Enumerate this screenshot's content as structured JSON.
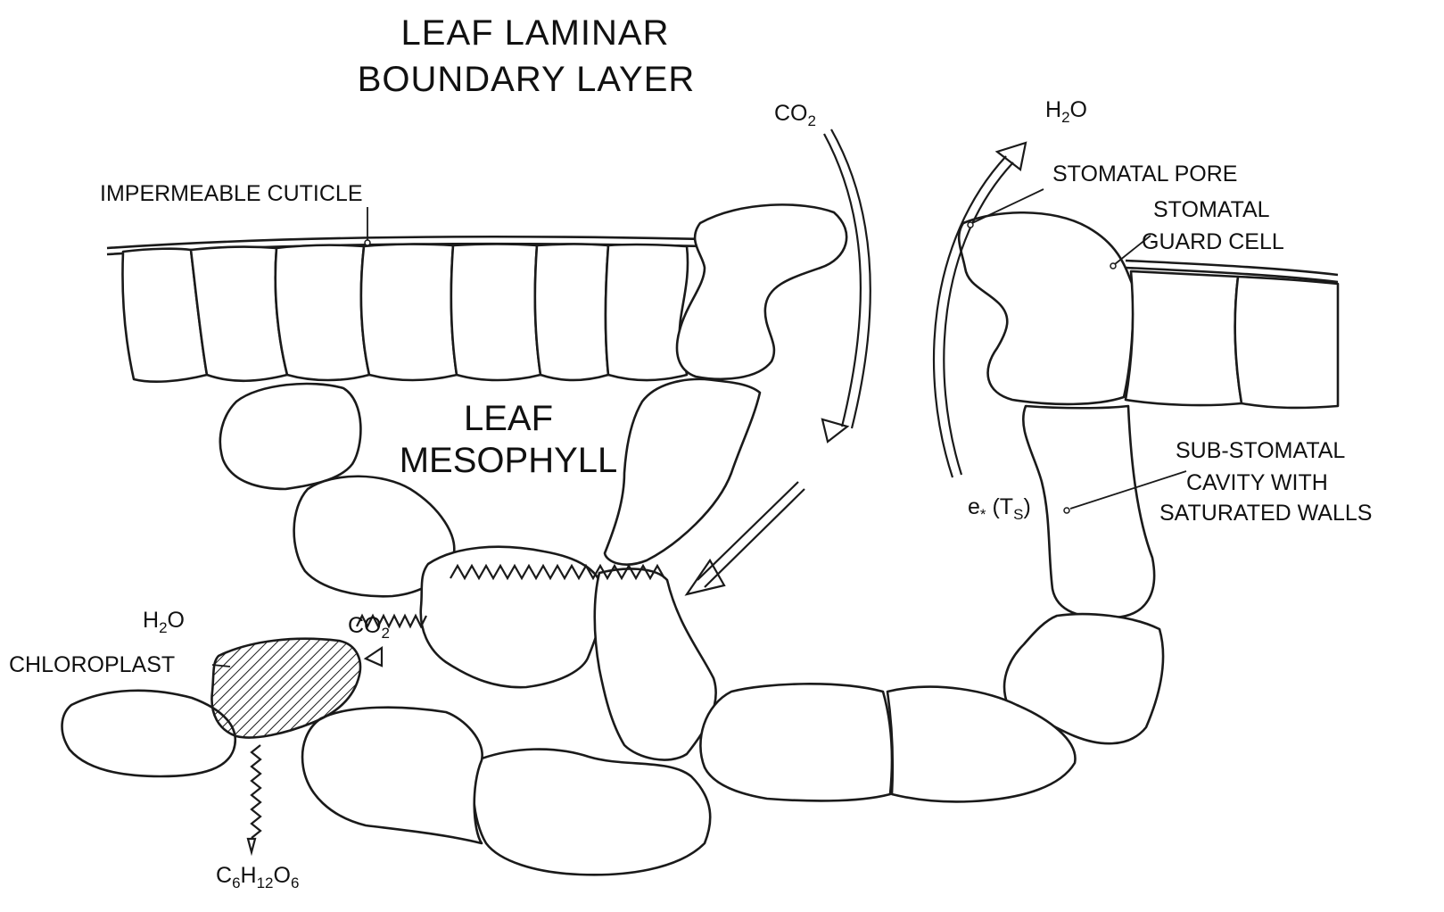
{
  "title": {
    "line1": "LEAF LAMINAR",
    "line2": "BOUNDARY LAYER"
  },
  "labels": {
    "impermeable_cuticle": "IMPERMEABLE CUTICLE",
    "leaf_mesophyll_line1": "LEAF",
    "leaf_mesophyll_line2": "MESOPHYLL",
    "co2_top": "CO",
    "co2_top_sub": "2",
    "h2o_top": "H",
    "h2o_top_sub": "2",
    "h2o_top_tail": "O",
    "stomatal_pore": "STOMATAL PORE",
    "guard_cell_line1": "STOMATAL",
    "guard_cell_line2": "GUARD CELL",
    "substomatal_line1": "SUB-STOMATAL",
    "substomatal_line2": "CAVITY WITH",
    "substomatal_line3": "SATURATED WALLS",
    "vapor_e": "e",
    "vapor_sub": "*",
    "vapor_ts": "(T",
    "vapor_ts_sub": "S",
    "vapor_close": ")",
    "h2o_left": "H",
    "h2o_left_sub": "2",
    "h2o_left_tail": "O",
    "chloroplast": "CHLOROPLAST",
    "co2_left": "CO",
    "co2_left_sub": "2",
    "glucose_c": "C",
    "glucose_c_sub": "6",
    "glucose_h": "H",
    "glucose_h_sub": "12",
    "glucose_o": "O",
    "glucose_o_sub": "6"
  },
  "colors": {
    "line": "#1a1a1a",
    "background": "#ffffff"
  }
}
